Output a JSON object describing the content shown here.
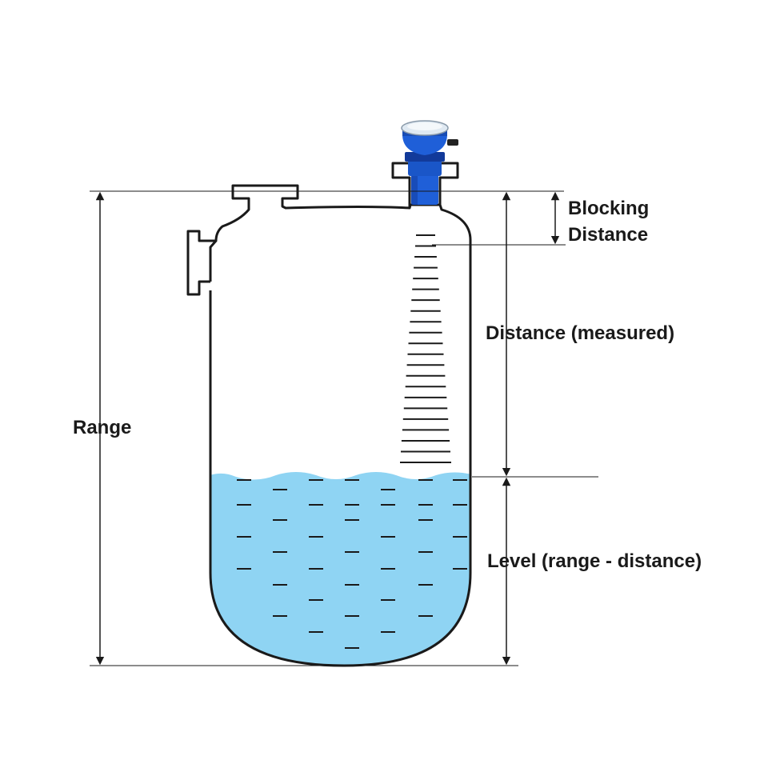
{
  "labels": {
    "blocking_line1": "Blocking",
    "blocking_line2": "Distance",
    "distance_measured": "Distance (measured)",
    "range": "Range",
    "level": "Level (range - distance)"
  },
  "colors": {
    "liquid": "#8fd4f3",
    "outline": "#1a1a1a",
    "sensor_blue": "#1f5fd8",
    "sensor_dark": "#123a9a",
    "lens": "#dfe9f2"
  },
  "icons": {
    "sensor": "ultrasonic-level-sensor-icon",
    "tank": "tank-vessel-icon"
  }
}
